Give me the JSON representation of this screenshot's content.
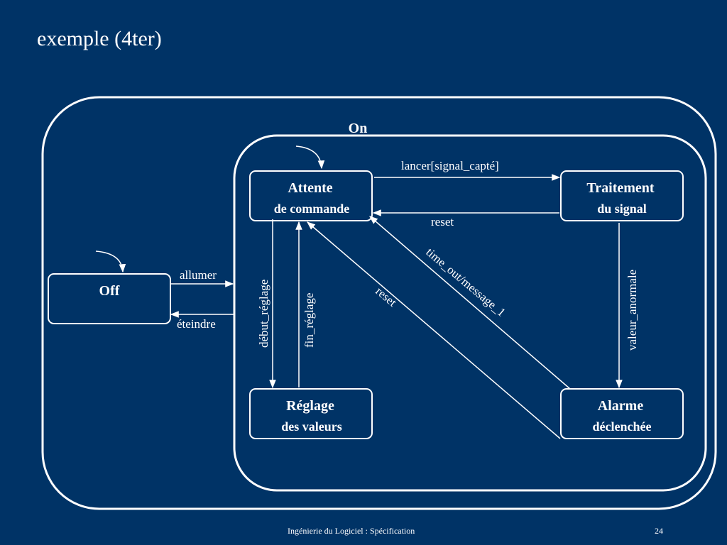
{
  "slide": {
    "title": "exemple (4ter)",
    "footer": "Ingénierie du Logiciel : Spécification",
    "page_number": "24"
  },
  "diagram": {
    "composite_state": "On",
    "states": {
      "off": "Off",
      "attente_line1": "Attente",
      "attente_line2": "de commande",
      "traitement_line1": "Traitement",
      "traitement_line2": "du signal",
      "reglage_line1": "Réglage",
      "reglage_line2": "des valeurs",
      "alarme_line1": "Alarme",
      "alarme_line2": "déclenchée"
    },
    "transitions": {
      "allumer": "allumer",
      "eteindre": "éteindre",
      "lancer": "lancer[signal_capté]",
      "reset_top": "reset",
      "debut_reglage": "début_réglage",
      "fin_reglage": "fin_réglage",
      "reset_diag": "reset",
      "time_out": "time_out/message_1",
      "valeur_anormale": "valeur_anormale"
    },
    "colors": {
      "background": "#003366",
      "stroke": "#ffffff"
    }
  }
}
